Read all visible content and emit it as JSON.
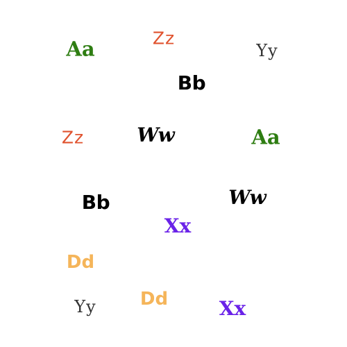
{
  "glyphs": [
    {
      "text": "Aa",
      "color": "#2e7d12"
    },
    {
      "text": "Zz",
      "color": "#e0532f"
    },
    {
      "text": "Yy",
      "color": "#333333"
    },
    {
      "text": "Bb",
      "color": "#000000"
    },
    {
      "text": "Zz",
      "color": "#e0532f"
    },
    {
      "text": "Ww",
      "color": "#000000"
    },
    {
      "text": "Aa",
      "color": "#2e7d12"
    },
    {
      "text": "Bb",
      "color": "#000000"
    },
    {
      "text": "Ww",
      "color": "#000000"
    },
    {
      "text": "Xx",
      "color": "#6a22e8"
    },
    {
      "text": "Dd",
      "color": "#f5b55a"
    },
    {
      "text": "Yy",
      "color": "#333333"
    },
    {
      "text": "Dd",
      "color": "#f5b55a"
    },
    {
      "text": "Xx",
      "color": "#6a22e8"
    }
  ]
}
